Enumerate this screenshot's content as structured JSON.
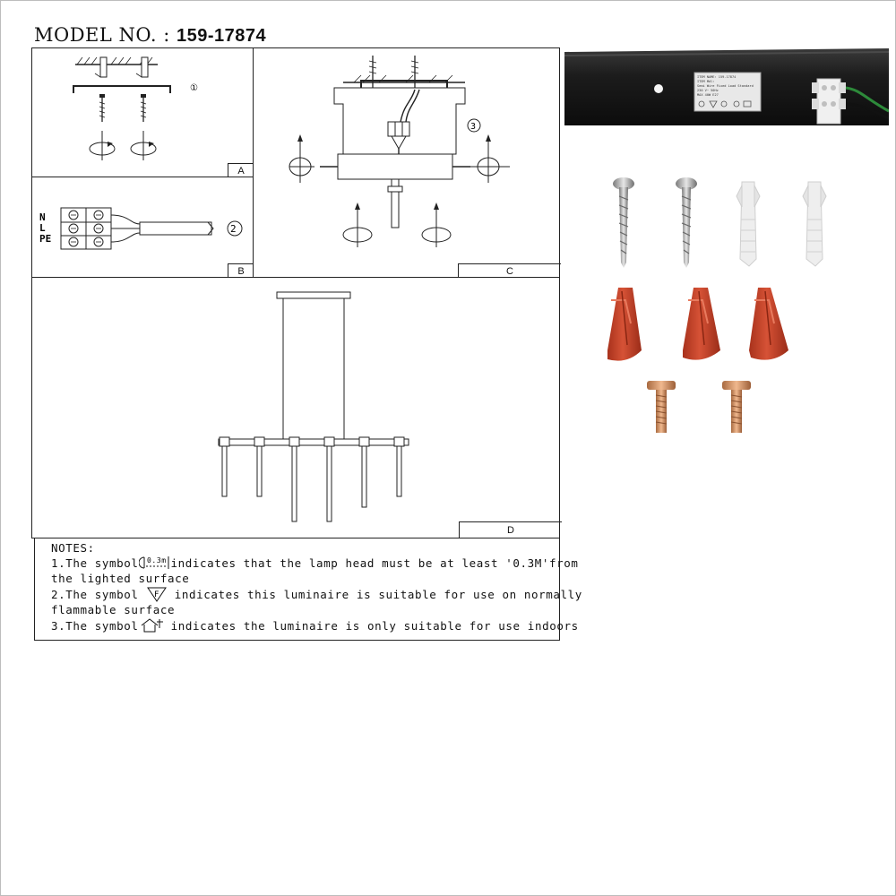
{
  "header": {
    "model_label": "MODEL NO. :",
    "model_number": "159-17874"
  },
  "panels": {
    "a": {
      "tag": "A",
      "step": "①"
    },
    "b": {
      "tag": "B",
      "step": "②",
      "terminals": [
        "N",
        "L",
        "PE"
      ]
    },
    "c": {
      "tag": "C",
      "step": "③"
    },
    "d": {
      "tag": "D"
    }
  },
  "notes": {
    "title": "NOTES:",
    "items": [
      {
        "prefix": "1.The symbol",
        "symbol_text": "0.3m",
        "text": "indicates that the lamp head must be at least '0.3M'from",
        "cont": "the lighted surface"
      },
      {
        "prefix": "2.The symbol",
        "symbol_text": "F",
        "text": "indicates this luminaire is suitable for use on normally",
        "cont": "flammable surface"
      },
      {
        "prefix": "3.The symbol",
        "text": "indicates the luminaire is only suitable for use indoors"
      }
    ]
  },
  "photos": {
    "canopy_icon": "canopy-plate-photo",
    "label_lines": [
      "ITEM NAME: 159-17874",
      "ITEM Mdl: ",
      "Semi Wire Fixed Load Standard",
      "230 V~ 50Hz",
      "MAX 40W E27"
    ],
    "parts": [
      "wood-screw-icon",
      "wood-screw-icon",
      "wall-plug-icon",
      "wall-plug-icon",
      "wire-nut-icon",
      "wire-nut-icon",
      "wire-nut-icon",
      "machine-screw-icon",
      "machine-screw-icon"
    ],
    "colors": {
      "wire_nut": "#c8442a",
      "brass": "#d89a6a",
      "canopy": "#1c1c1c",
      "wall_plug": "#eeeeee"
    }
  }
}
